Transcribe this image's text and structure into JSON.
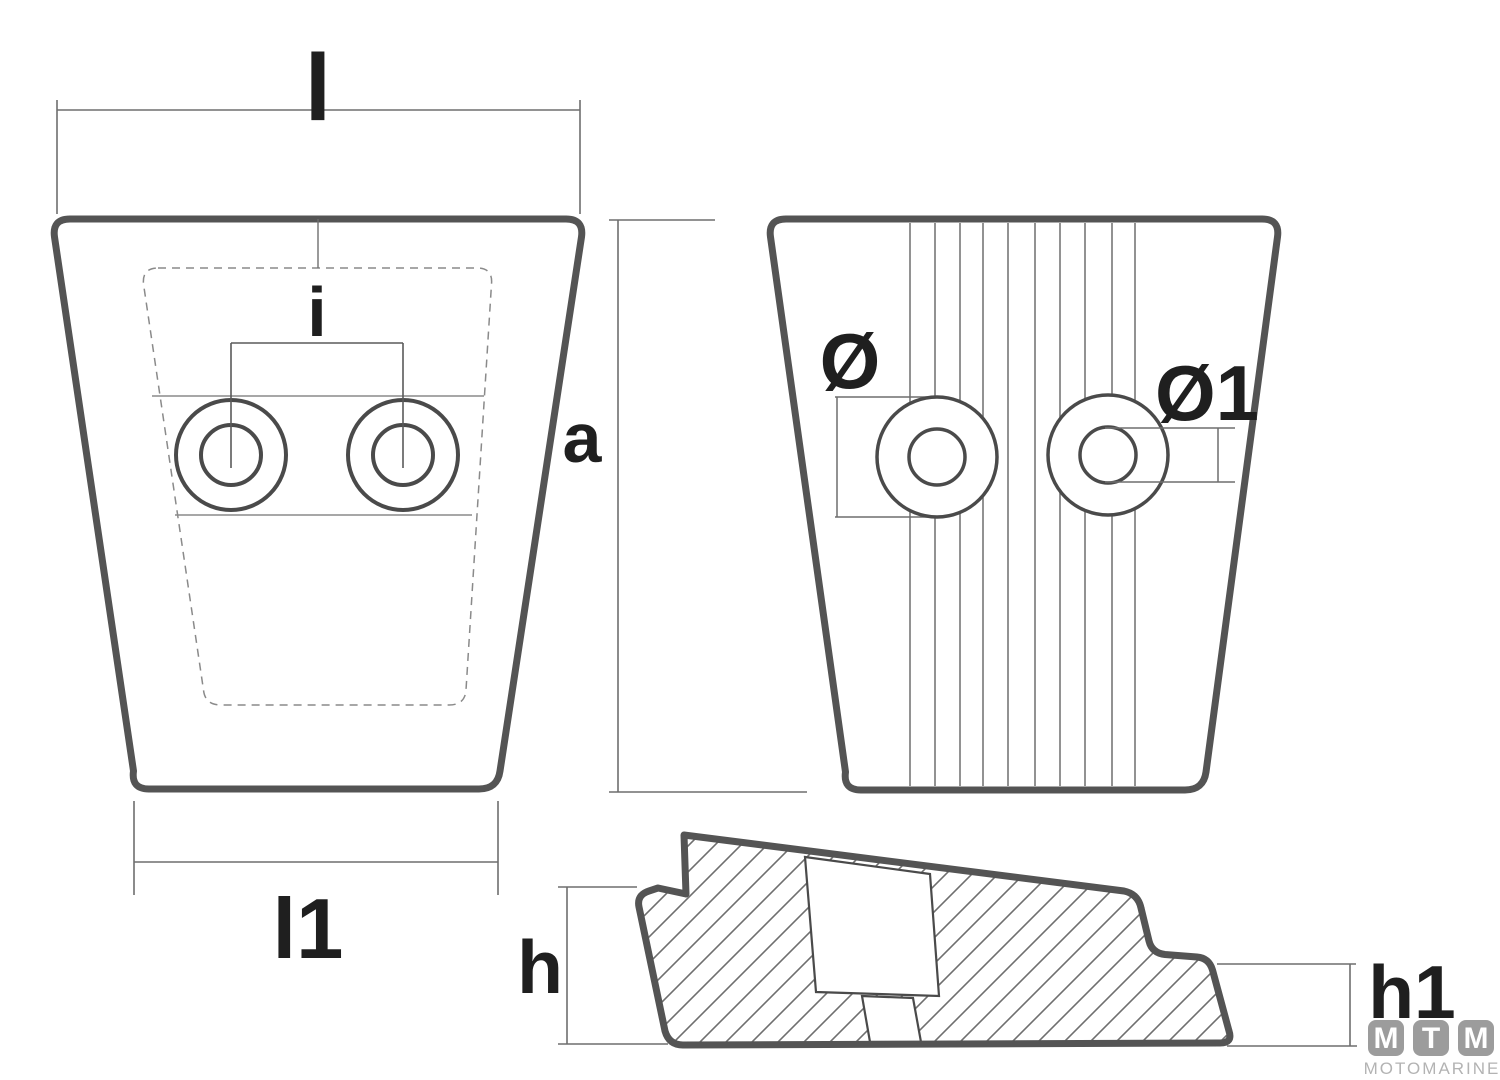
{
  "drawing": {
    "kind": "technical-drawing",
    "subject": "trapezoidal anode block, three orthographic views with section"
  },
  "dimensions": {
    "l": "l",
    "i": "i",
    "a": "a",
    "l1": "l1",
    "diameter": "Ø",
    "diameter1": "Ø1",
    "h": "h",
    "h1": "h1"
  },
  "logo": {
    "letters": [
      "M",
      "T",
      "M"
    ],
    "wordmark": "MOTOMARINE"
  },
  "colors": {
    "outline": "#545454",
    "thin_line": "#6e6e6e",
    "label": "#1f1f1f",
    "logo_box": "#9c9c9c",
    "logo_letter": "#ffffff",
    "logo_wordmark": "#b3b3b3",
    "background": "#ffffff"
  }
}
